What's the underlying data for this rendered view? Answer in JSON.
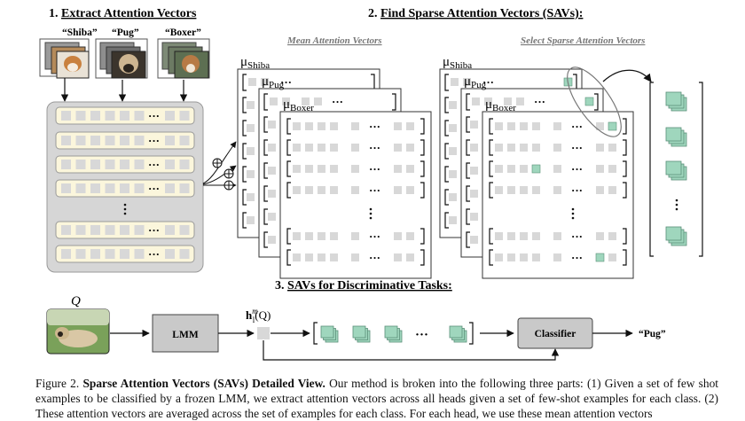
{
  "step1": {
    "number": "1.",
    "title": "Extract Attention Vectors"
  },
  "step2": {
    "number": "2.",
    "title": "Find Sparse Attention Vectors (SAVs):"
  },
  "step3": {
    "number": "3.",
    "title": "SAVs for Discriminative Tasks:"
  },
  "examples": [
    {
      "label": "“Shiba”"
    },
    {
      "label": "“Pug”"
    },
    {
      "label": "“Boxer”"
    }
  ],
  "panels": {
    "mean_title": "Mean Attention Vectors",
    "select_title": "Select Sparse Attention Vectors"
  },
  "class_mus": [
    {
      "sym": "μ",
      "sub": "Shiba"
    },
    {
      "sym": "μ",
      "sub": "Pug"
    },
    {
      "sym": "μ",
      "sub": "Boxer"
    }
  ],
  "step3_labels": {
    "query": "Q",
    "lmm": "LMM",
    "head": "h",
    "head_sub": "l",
    "head_sup": "m",
    "head_arg": "(Q)",
    "classifier": "Classifier",
    "output": "“Pug”"
  },
  "caption": {
    "label": "Figure 2.",
    "title": "Sparse Attention Vectors (SAVs) Detailed View.",
    "text": "Our method is broken into the following three parts: (1) Given a set of few shot examples to be classified by a frozen LMM, we extract attention vectors across all heads given a set of few-shot examples for each class. (2) These attention vectors are averaged across the set of examples for each class. For each head, we use these mean attention vectors"
  },
  "colors": {
    "cell": "#d8d8d8",
    "sav_green": "#9fd6bd",
    "sav_green_stroke": "#5a8f79",
    "panel_bg": "#d6d6d6",
    "row_yellow": "#fbf6dc",
    "box_gray": "#c9c9c9",
    "title_gray": "#777777"
  },
  "icons": [
    "dog-photo",
    "merge-plus-icon",
    "ellipsis",
    "vertical-ellipsis"
  ]
}
